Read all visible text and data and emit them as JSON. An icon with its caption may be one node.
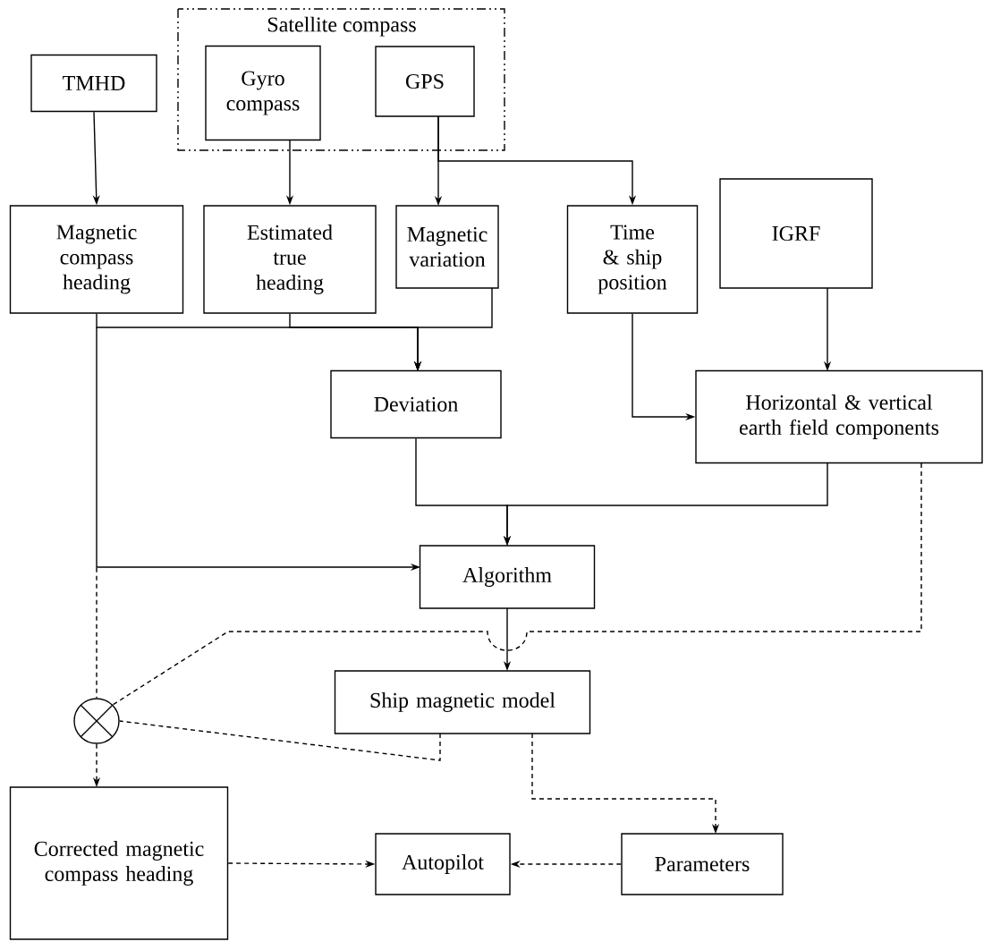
{
  "diagram": {
    "nodes": [
      {
        "text": [
          "Satellite compass"
        ]
      },
      {
        "text": [
          "TMHD"
        ]
      },
      {
        "text": [
          "Gyro compass"
        ],
        "in": 0
      },
      {
        "text": [
          "GPS"
        ],
        "in": 0
      },
      {
        "text": [
          "Magnetic compass heading"
        ]
      },
      {
        "text": [
          "Estimated true heading"
        ]
      },
      {
        "text": [
          "Magnetic variation"
        ]
      },
      {
        "text": [
          "Time & ship position"
        ]
      },
      {
        "text": [
          "IGRF"
        ]
      },
      {
        "text": [
          "Deviation"
        ]
      },
      {
        "text": [
          "Horizontal & vertical earth field components"
        ]
      },
      {
        "text": [
          "Algorithm"
        ]
      },
      {
        "text": [
          "Ship magnetic model"
        ]
      },
      {
        "text": [],
        "shape": "circle"
      },
      {
        "text": [
          "Corrected magnetic compass heading"
        ]
      },
      {
        "text": [
          "Autopilot"
        ]
      },
      {
        "text": [
          "Parameters"
        ]
      }
    ],
    "edges": [
      {
        "from": 1,
        "to": 4,
        "arrow": "to"
      },
      {
        "from": 2,
        "to": 5,
        "arrow": "to"
      },
      {
        "from": 3,
        "to": 6,
        "arrow": "to"
      },
      {
        "from": 3,
        "to": 7,
        "arrow": "to"
      },
      {
        "from": 4,
        "to": 9,
        "arrow": "to"
      },
      {
        "from": 5,
        "to": 9,
        "arrow": "to"
      },
      {
        "from": 6,
        "to": 9,
        "arrow": "to"
      },
      {
        "from": 7,
        "to": 10,
        "arrow": "to"
      },
      {
        "from": 8,
        "to": 10,
        "arrow": "to"
      },
      {
        "from": 9,
        "to": 11,
        "arrow": "to"
      },
      {
        "from": 10,
        "to": 11,
        "arrow": "to"
      },
      {
        "from": 4,
        "to": 11,
        "arrow": "to"
      },
      {
        "from": 11,
        "to": 12,
        "arrow": "to"
      },
      {
        "from": 4,
        "to": 13,
        "arrow": "none",
        "style": "dashed"
      },
      {
        "from": 10,
        "to": 13,
        "arrow": "none",
        "style": "dashed"
      },
      {
        "from": 12,
        "to": 13,
        "arrow": "none",
        "style": "dashed"
      },
      {
        "from": 13,
        "to": 14,
        "arrow": "to",
        "style": "dashed"
      },
      {
        "from": 12,
        "to": 16,
        "arrow": "to",
        "style": "dashed"
      },
      {
        "from": 14,
        "to": 15,
        "arrow": "to",
        "style": "dashed"
      },
      {
        "from": 16,
        "to": 15,
        "arrow": "to",
        "style": "dashed"
      }
    ]
  }
}
